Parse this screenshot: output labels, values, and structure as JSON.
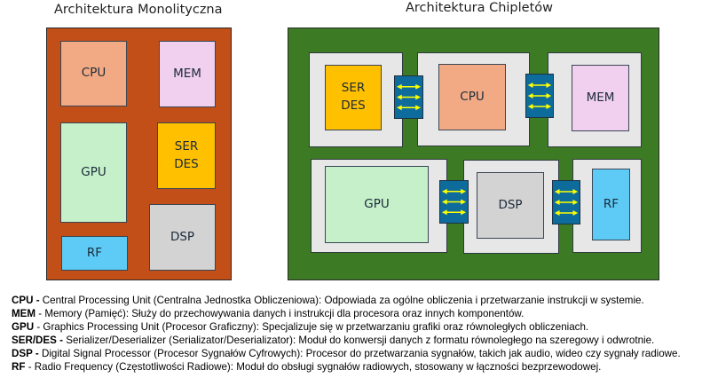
{
  "titles": {
    "monolithic": "Architektura Monolityczna",
    "chiplet": "Architektura Chipletów"
  },
  "colors": {
    "monolithic_substrate": "#C24F18",
    "chiplet_substrate": "#3C7B23",
    "tile": "#E7E7E7",
    "connector": "#0E6C9C",
    "connector_arrow": "#FFFF00",
    "cpu": "#F2AA84",
    "mem": "#F1CFEE",
    "gpu": "#C5F0C9",
    "serdes": "#FFC000",
    "dsp": "#D3D3D3",
    "rf": "#5DCBF5"
  },
  "monolithic": {
    "blocks": {
      "cpu": "CPU",
      "mem": "MEM",
      "gpu": "GPU",
      "serdes_line1": "SER",
      "serdes_line2": "DES",
      "rf": "RF",
      "dsp": "DSP"
    }
  },
  "chiplet": {
    "blocks": {
      "serdes_line1": "SER",
      "serdes_line2": "DES",
      "cpu": "CPU",
      "mem": "MEM",
      "gpu": "GPU",
      "dsp": "DSP",
      "rf": "RF"
    },
    "connectors": [
      {
        "between": "SERDES-CPU",
        "arrows": 3
      },
      {
        "between": "CPU-MEM",
        "arrows": 3
      },
      {
        "between": "GPU-DSP",
        "arrows": 3
      },
      {
        "between": "DSP-RF",
        "arrows": 3
      }
    ]
  },
  "legend": [
    {
      "term": "CPU -",
      "desc": " Central Processing Unit (Centralna Jednostka Obliczeniowa): Odpowiada za ogólne obliczenia i przetwarzanie instrukcji w systemie."
    },
    {
      "term": "MEM",
      "desc": " - Memory (Pamięć): Służy do przechowywania danych i instrukcji dla procesora oraz innych komponentów."
    },
    {
      "term": "GPU",
      "desc": " - Graphics Processing Unit (Procesor Graficzny): Specjalizuje się w przetwarzaniu grafiki oraz równoległych obliczeniach."
    },
    {
      "term": "SER/DES -",
      "desc": " Serializer/Deserializer (Serializator/Deserializator): Moduł do konwersji danych z formatu równoległego na szeregowy i odwrotnie."
    },
    {
      "term": "DSP -",
      "desc": " Digital Signal Processor (Procesor Sygnałów Cyfrowych): Procesor do przetwarzania sygnałów, takich jak audio, wideo czy sygnały radiowe."
    },
    {
      "term": "RF",
      "desc": " - Radio Frequency (Częstotliwości Radiowe): Moduł do obsługi sygnałów radiowych, stosowany w łączności bezprzewodowej."
    }
  ]
}
